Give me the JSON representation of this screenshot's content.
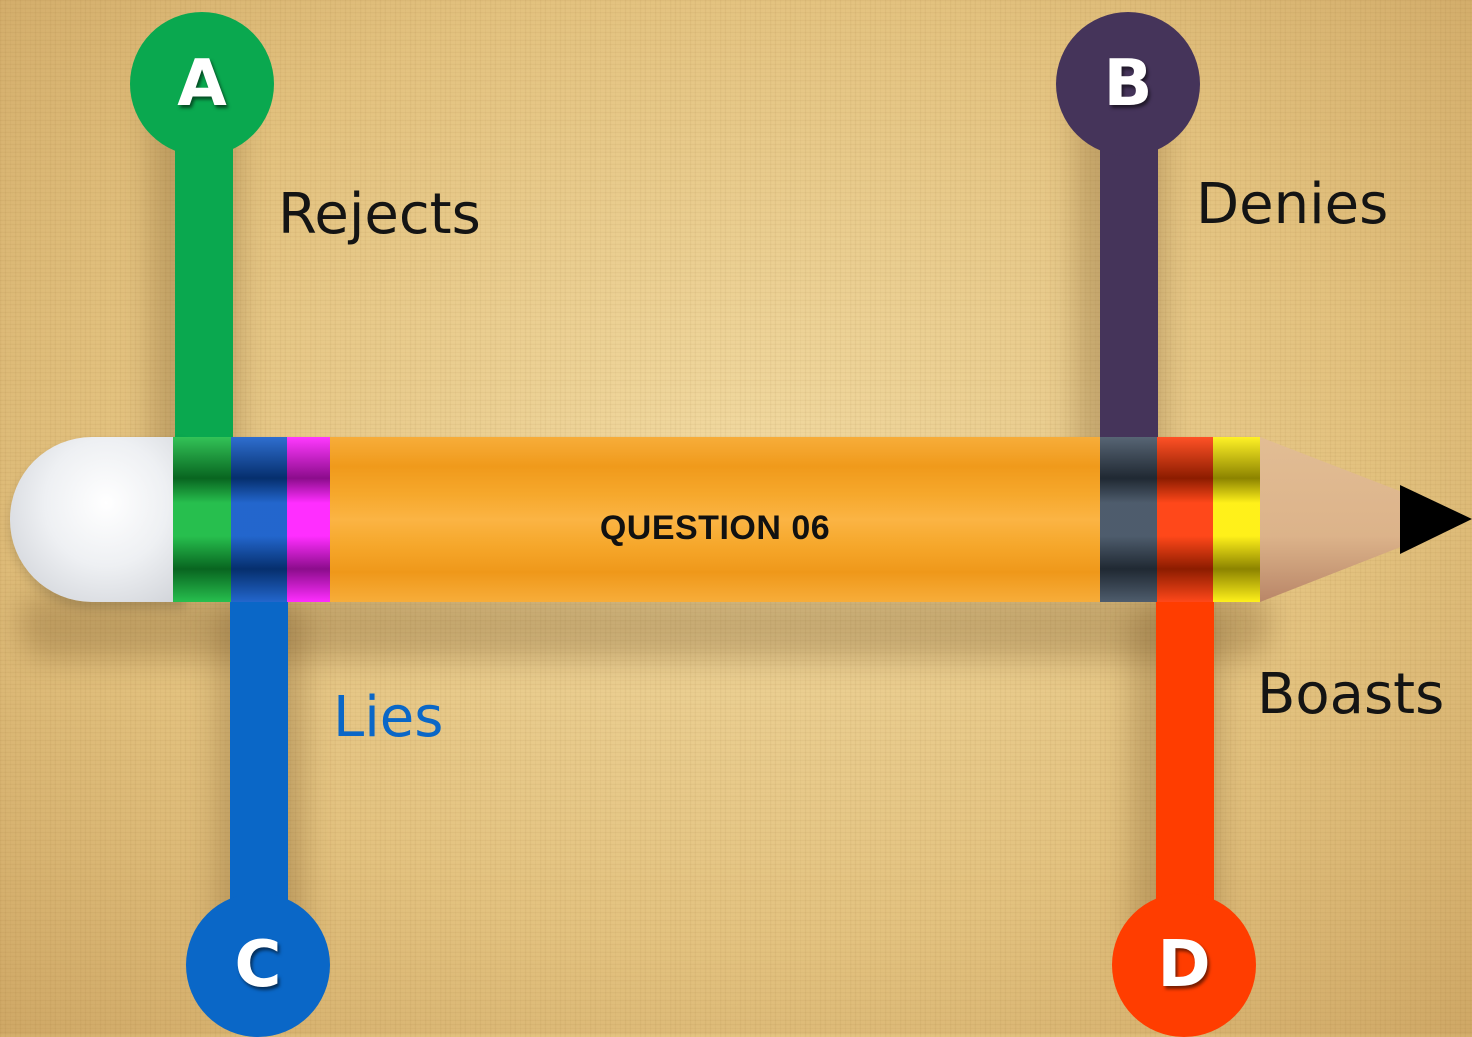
{
  "question": {
    "label": "QUESTION 06"
  },
  "options": [
    {
      "letter": "A",
      "text": "Rejects",
      "color": "#0aa84f",
      "text_color": "#141414"
    },
    {
      "letter": "B",
      "text": "Denies",
      "color": "#45345a",
      "text_color": "#141414"
    },
    {
      "letter": "C",
      "text": "Lies",
      "color": "#0a67c7",
      "text_color": "#0a67c7"
    },
    {
      "letter": "D",
      "text": "Boasts",
      "color": "#ff3d00",
      "text_color": "#141414"
    }
  ],
  "pencil_colors": {
    "body": "#f6a82c",
    "eraser": "#eef0f3",
    "band_green": "#0fb83a",
    "band_blue": "#0a55c7",
    "band_magenta": "#ff16ff",
    "band_teal": "#2f5a5e",
    "band_red": "#ff3300",
    "band_yellow": "#ffef00",
    "wood": "#ddb58c",
    "lead": "#000000"
  }
}
